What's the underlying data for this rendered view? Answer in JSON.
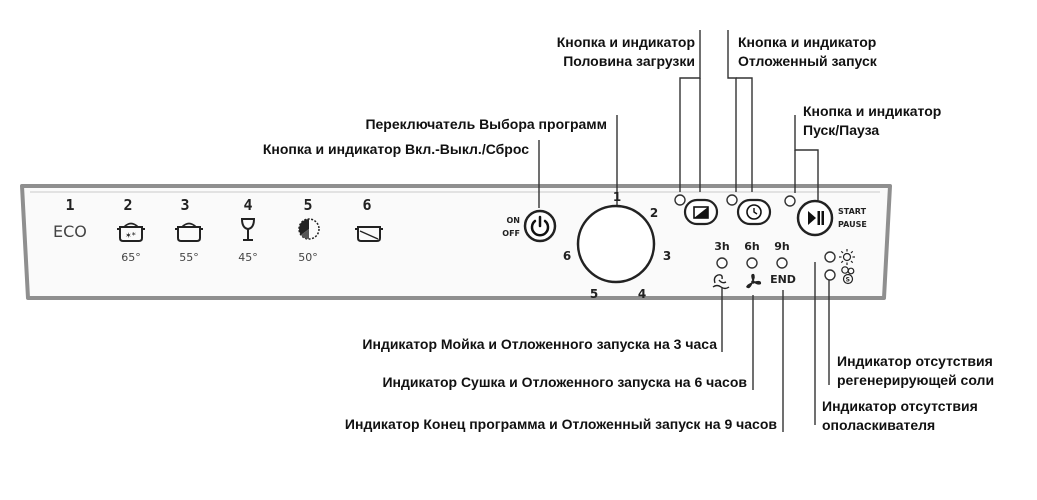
{
  "callouts": {
    "half_load": [
      "Кнопка и индикатор",
      "Половина загрузки"
    ],
    "delay_start": [
      "Кнопка и индикатор",
      "Отложенный запуск"
    ],
    "program_selector": "Переключатель Выбора программ",
    "on_off_reset": "Кнопка и индикатор Вкл.-Выкл./Сброс",
    "start_pause": [
      "Кнопка и индикатор",
      "Пуск/Пауза"
    ],
    "wash_3h": "Индикатор Мойка и Отложенного запуска на 3 часа",
    "dry_6h": "Индикатор Сушка и Отложенного запуска на 6 часов",
    "end_9h": "Индикатор Конец программа и Отложенный запуск на 9 часов",
    "no_salt": [
      "Индикатор отсутствия",
      "регенерирующей соли"
    ],
    "no_rinse_aid": [
      "Индикатор отсутствия",
      "ополаскивателя"
    ]
  },
  "programs": [
    {
      "number": "1",
      "name": "ECO",
      "temp": "",
      "icon": "eco-text"
    },
    {
      "number": "2",
      "name": "",
      "temp": "65°",
      "icon": "pot-stars-icon"
    },
    {
      "number": "3",
      "name": "",
      "temp": "55°",
      "icon": "pot-icon"
    },
    {
      "number": "4",
      "name": "",
      "temp": "45°",
      "icon": "wine-glass-icon"
    },
    {
      "number": "5",
      "name": "",
      "temp": "50°",
      "icon": "half-timer-icon"
    },
    {
      "number": "6",
      "name": "",
      "temp": "",
      "icon": "soak-pan-icon"
    }
  ],
  "power": {
    "on_label": "ON",
    "off_label": "OFF",
    "icon": "power-icon"
  },
  "dial": {
    "numbers": [
      "1",
      "2",
      "3",
      "4",
      "5",
      "6"
    ]
  },
  "status": {
    "wash_label": "3h",
    "dry_label": "6h",
    "end_time_label": "9h",
    "end_label": "END",
    "wash_icon": "wash-icon",
    "dry_icon": "fan-icon"
  },
  "start": {
    "label_line1": "START",
    "label_line2": "PAUSE",
    "icon": "play-pause-icon"
  },
  "buttons": {
    "half_load_icon": "half-load-icon",
    "delay_icon": "clock-icon"
  },
  "indicators": {
    "rinse_icon": "sun-icon",
    "salt_icon": "salt-icon"
  },
  "colors": {
    "panel_border": "#8a8a8a",
    "text": "#111111",
    "background": "#ffffff"
  }
}
